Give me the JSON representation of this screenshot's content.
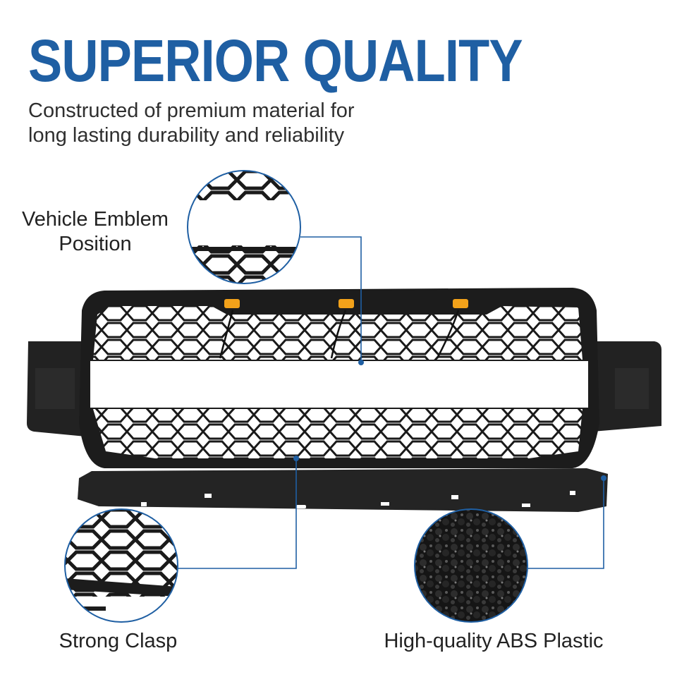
{
  "heading": "SUPERIOR QUALITY",
  "subheading": "Constructed of premium material for\nlong lasting durability and reliability",
  "callouts": {
    "emblem": "Vehicle Emblem\nPosition",
    "clasp": "Strong Clasp",
    "plastic": "High-quality ABS Plastic"
  },
  "colors": {
    "accent": "#1f5fa3",
    "grille": "#1c1c1c",
    "amber_light": "#f3a21a"
  },
  "icons": {
    "product": "truck-front-grille",
    "detail_1": "honeycomb-mesh-zoom",
    "detail_2": "mesh-clasp-zoom",
    "detail_3": "abs-pellets-zoom"
  }
}
